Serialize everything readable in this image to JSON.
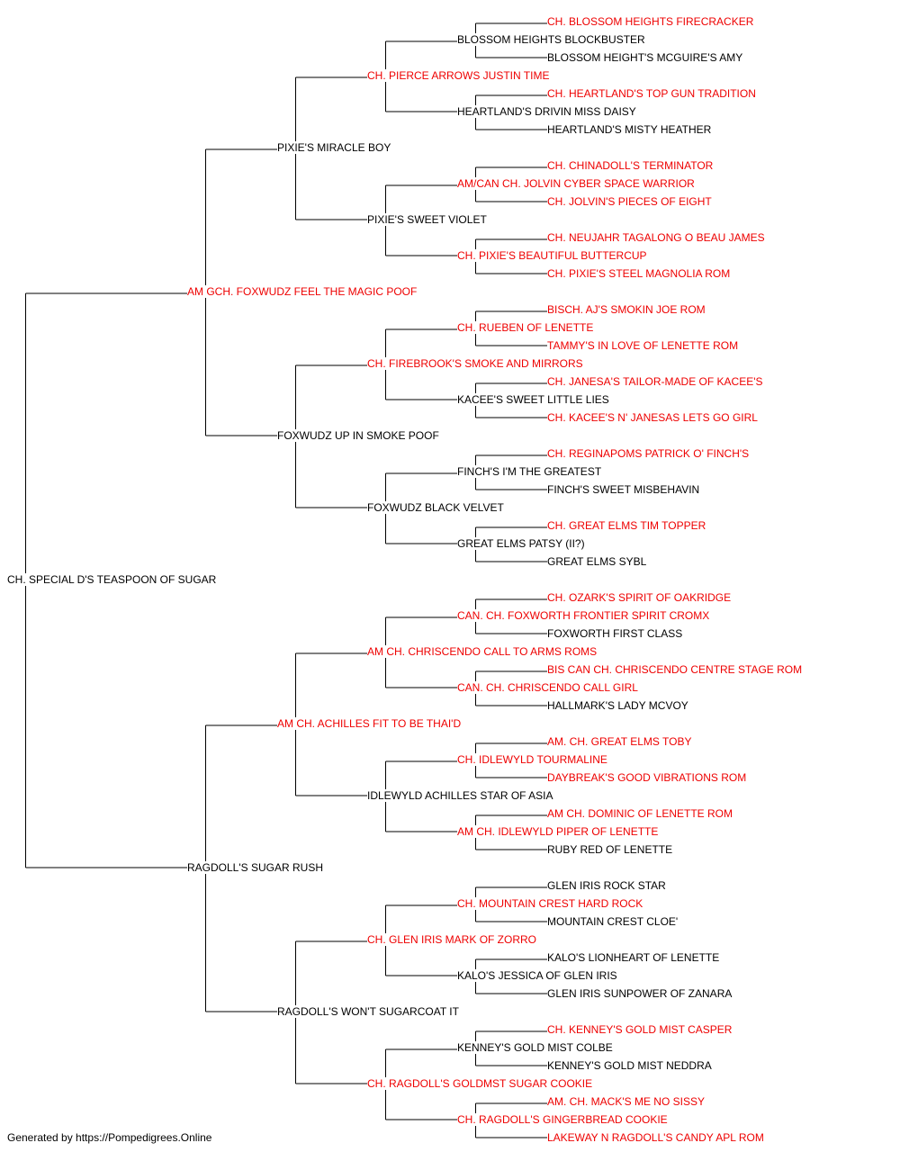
{
  "colors": {
    "champion": "#ee0000",
    "normal": "#000000",
    "line": "#000000"
  },
  "footer": "Generated by https://Pompedigrees.Online",
  "pedigree": {
    "name": "CH. SPECIAL D'S TEASPOON OF SUGAR",
    "champion": false,
    "sire": {
      "name": "AM GCH. FOXWUDZ FEEL THE MAGIC POOF",
      "champion": true,
      "sire": {
        "name": "PIXIE'S MIRACLE BOY",
        "champion": false,
        "sire": {
          "name": "CH. PIERCE ARROWS JUSTIN TIME",
          "champion": true,
          "sire": {
            "name": "BLOSSOM HEIGHTS BLOCKBUSTER",
            "champion": false,
            "sire": {
              "name": "CH. BLOSSOM HEIGHTS FIRECRACKER",
              "champion": true
            },
            "dam": {
              "name": "BLOSSOM HEIGHT'S MCGUIRE'S AMY",
              "champion": false
            }
          },
          "dam": {
            "name": "HEARTLAND'S DRIVIN MISS DAISY",
            "champion": false,
            "sire": {
              "name": "CH. HEARTLAND'S TOP GUN TRADITION",
              "champion": true
            },
            "dam": {
              "name": "HEARTLAND'S MISTY HEATHER",
              "champion": false
            }
          }
        },
        "dam": {
          "name": "PIXIE'S SWEET VIOLET",
          "champion": false,
          "sire": {
            "name": "AM/CAN CH. JOLVIN CYBER SPACE WARRIOR",
            "champion": true,
            "sire": {
              "name": "CH. CHINADOLL'S TERMINATOR",
              "champion": true
            },
            "dam": {
              "name": "CH. JOLVIN'S PIECES OF EIGHT",
              "champion": true
            }
          },
          "dam": {
            "name": "CH. PIXIE'S BEAUTIFUL BUTTERCUP",
            "champion": true,
            "sire": {
              "name": "CH. NEUJAHR TAGALONG O BEAU JAMES",
              "champion": true
            },
            "dam": {
              "name": "CH. PIXIE'S STEEL MAGNOLIA ROM",
              "champion": true
            }
          }
        }
      },
      "dam": {
        "name": "FOXWUDZ UP IN SMOKE POOF",
        "champion": false,
        "sire": {
          "name": "CH. FIREBROOK'S SMOKE AND MIRRORS",
          "champion": true,
          "sire": {
            "name": "CH. RUEBEN OF LENETTE",
            "champion": true,
            "sire": {
              "name": "BISCH. AJ'S SMOKIN JOE ROM",
              "champion": true
            },
            "dam": {
              "name": "TAMMY'S IN LOVE OF LENETTE ROM",
              "champion": true
            }
          },
          "dam": {
            "name": "KACEE'S SWEET LITTLE LIES",
            "champion": false,
            "sire": {
              "name": "CH. JANESA'S TAILOR-MADE OF KACEE'S",
              "champion": true
            },
            "dam": {
              "name": "CH. KACEE'S N' JANESAS LETS GO GIRL",
              "champion": true
            }
          }
        },
        "dam": {
          "name": "FOXWUDZ BLACK VELVET",
          "champion": false,
          "sire": {
            "name": "FINCH'S I'M THE GREATEST",
            "champion": false,
            "sire": {
              "name": "CH. REGINAPOMS PATRICK O' FINCH'S",
              "champion": true
            },
            "dam": {
              "name": "FINCH'S SWEET MISBEHAVIN",
              "champion": false
            }
          },
          "dam": {
            "name": "GREAT ELMS PATSY (II?)",
            "champion": false,
            "sire": {
              "name": "CH. GREAT ELMS TIM TOPPER",
              "champion": true
            },
            "dam": {
              "name": "GREAT ELMS SYBL",
              "champion": false
            }
          }
        }
      }
    },
    "dam": {
      "name": "RAGDOLL'S SUGAR RUSH",
      "champion": false,
      "sire": {
        "name": "AM CH. ACHILLES FIT TO BE THAI'D",
        "champion": true,
        "sire": {
          "name": "AM CH. CHRISCENDO CALL TO ARMS ROMS",
          "champion": true,
          "sire": {
            "name": "CAN. CH. FOXWORTH FRONTIER SPIRIT CROMX",
            "champion": true,
            "sire": {
              "name": "CH. OZARK'S SPIRIT OF OAKRIDGE",
              "champion": true
            },
            "dam": {
              "name": "FOXWORTH FIRST CLASS",
              "champion": false
            }
          },
          "dam": {
            "name": "CAN. CH. CHRISCENDO CALL GIRL",
            "champion": true,
            "sire": {
              "name": "BIS CAN CH. CHRISCENDO CENTRE STAGE ROM",
              "champion": true
            },
            "dam": {
              "name": "HALLMARK'S LADY MCVOY",
              "champion": false
            }
          }
        },
        "dam": {
          "name": "IDLEWYLD ACHILLES STAR OF ASIA",
          "champion": false,
          "sire": {
            "name": "CH. IDLEWYLD TOURMALINE",
            "champion": true,
            "sire": {
              "name": "AM. CH. GREAT ELMS TOBY",
              "champion": true
            },
            "dam": {
              "name": "DAYBREAK'S GOOD VIBRATIONS ROM",
              "champion": true
            }
          },
          "dam": {
            "name": "AM CH. IDLEWYLD PIPER OF LENETTE",
            "champion": true,
            "sire": {
              "name": "AM CH. DOMINIC OF LENETTE ROM",
              "champion": true
            },
            "dam": {
              "name": "RUBY RED OF LENETTE",
              "champion": false
            }
          }
        }
      },
      "dam": {
        "name": "RAGDOLL'S WON'T SUGARCOAT IT",
        "champion": false,
        "sire": {
          "name": "CH. GLEN IRIS MARK OF ZORRO",
          "champion": true,
          "sire": {
            "name": "CH. MOUNTAIN CREST HARD ROCK",
            "champion": true,
            "sire": {
              "name": "GLEN IRIS ROCK STAR",
              "champion": false
            },
            "dam": {
              "name": "MOUNTAIN CREST CLOE'",
              "champion": false
            }
          },
          "dam": {
            "name": "KALO'S JESSICA OF GLEN IRIS",
            "champion": false,
            "sire": {
              "name": "KALO'S LIONHEART OF LENETTE",
              "champion": false
            },
            "dam": {
              "name": "GLEN IRIS SUNPOWER OF ZANARA",
              "champion": false
            }
          }
        },
        "dam": {
          "name": "CH. RAGDOLL'S GOLDMST SUGAR COOKIE",
          "champion": true,
          "sire": {
            "name": "KENNEY'S GOLD MIST COLBE",
            "champion": false,
            "sire": {
              "name": "CH. KENNEY'S GOLD MIST CASPER",
              "champion": true
            },
            "dam": {
              "name": "KENNEY'S GOLD MIST NEDDRA",
              "champion": false
            }
          },
          "dam": {
            "name": "CH. RAGDOLL'S GINGERBREAD COOKIE",
            "champion": true,
            "sire": {
              "name": "AM. CH. MACK'S ME NO SISSY",
              "champion": true
            },
            "dam": {
              "name": "LAKEWAY N RAGDOLL'S CANDY APL ROM",
              "champion": true
            }
          }
        }
      }
    }
  }
}
